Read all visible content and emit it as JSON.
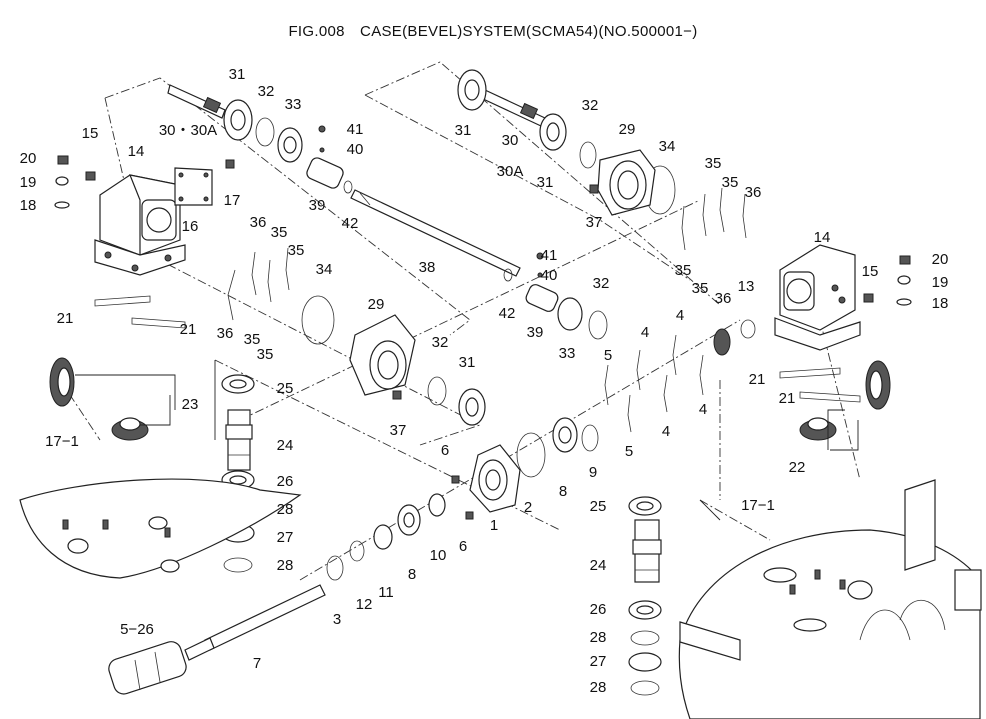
{
  "title": "FIG.008　CASE(BEVEL)SYSTEM(SCMA54)(NO.500001−)",
  "labels": [
    {
      "id": "l31a",
      "text": "31"
    },
    {
      "id": "l32a",
      "text": "32"
    },
    {
      "id": "l33a",
      "text": "33"
    },
    {
      "id": "l30a",
      "text": "30・30A"
    },
    {
      "id": "l41a",
      "text": "41"
    },
    {
      "id": "l40a",
      "text": "40"
    },
    {
      "id": "l39a",
      "text": "39"
    },
    {
      "id": "l42a",
      "text": "42"
    },
    {
      "id": "l15a",
      "text": "15"
    },
    {
      "id": "l14a",
      "text": "14"
    },
    {
      "id": "l20a",
      "text": "20"
    },
    {
      "id": "l19a",
      "text": "19"
    },
    {
      "id": "l18a",
      "text": "18"
    },
    {
      "id": "l16a",
      "text": "16"
    },
    {
      "id": "l17a",
      "text": "17"
    },
    {
      "id": "l36a",
      "text": "36"
    },
    {
      "id": "l35a",
      "text": "35"
    },
    {
      "id": "l35b",
      "text": "35"
    },
    {
      "id": "l34a",
      "text": "34"
    },
    {
      "id": "l21a",
      "text": "21"
    },
    {
      "id": "l21b",
      "text": "21"
    },
    {
      "id": "l36b",
      "text": "36"
    },
    {
      "id": "l35c",
      "text": "35"
    },
    {
      "id": "l35d",
      "text": "35"
    },
    {
      "id": "l38",
      "text": "38"
    },
    {
      "id": "l29a",
      "text": "29"
    },
    {
      "id": "l32b",
      "text": "32"
    },
    {
      "id": "l31b",
      "text": "31"
    },
    {
      "id": "l37a",
      "text": "37"
    },
    {
      "id": "l25a",
      "text": "25"
    },
    {
      "id": "l23",
      "text": "23"
    },
    {
      "id": "l24a",
      "text": "24"
    },
    {
      "id": "l17_1a",
      "text": "17−1"
    },
    {
      "id": "l26a",
      "text": "26"
    },
    {
      "id": "l28a",
      "text": "28"
    },
    {
      "id": "l27a",
      "text": "27"
    },
    {
      "id": "l28b",
      "text": "28"
    },
    {
      "id": "l31c",
      "text": "31"
    },
    {
      "id": "l30b",
      "text": "30"
    },
    {
      "id": "l30c",
      "text": "30A"
    },
    {
      "id": "l31d",
      "text": "31"
    },
    {
      "id": "l32c",
      "text": "32"
    },
    {
      "id": "l29b",
      "text": "29"
    },
    {
      "id": "l34b",
      "text": "34"
    },
    {
      "id": "l37b",
      "text": "37"
    },
    {
      "id": "l35e",
      "text": "35"
    },
    {
      "id": "l35f",
      "text": "35"
    },
    {
      "id": "l36c",
      "text": "36"
    },
    {
      "id": "l35g",
      "text": "35"
    },
    {
      "id": "l35h",
      "text": "35"
    },
    {
      "id": "l36d",
      "text": "36"
    },
    {
      "id": "l14b",
      "text": "14"
    },
    {
      "id": "l20b",
      "text": "20"
    },
    {
      "id": "l19b",
      "text": "19"
    },
    {
      "id": "l15b",
      "text": "15"
    },
    {
      "id": "l18b",
      "text": "18"
    },
    {
      "id": "l13",
      "text": "13"
    },
    {
      "id": "l41b",
      "text": "41"
    },
    {
      "id": "l40b",
      "text": "40"
    },
    {
      "id": "l42b",
      "text": "42"
    },
    {
      "id": "l39b",
      "text": "39"
    },
    {
      "id": "l33b",
      "text": "33"
    },
    {
      "id": "l32d",
      "text": "32"
    },
    {
      "id": "l4a",
      "text": "4"
    },
    {
      "id": "l4b",
      "text": "4"
    },
    {
      "id": "l4c",
      "text": "4"
    },
    {
      "id": "l4d",
      "text": "4"
    },
    {
      "id": "l5a",
      "text": "5"
    },
    {
      "id": "l5b",
      "text": "5"
    },
    {
      "id": "l21c",
      "text": "21"
    },
    {
      "id": "l21d",
      "text": "21"
    },
    {
      "id": "l22",
      "text": "22"
    },
    {
      "id": "l9",
      "text": "9"
    },
    {
      "id": "l8a",
      "text": "8"
    },
    {
      "id": "l2",
      "text": "2"
    },
    {
      "id": "l1",
      "text": "1"
    },
    {
      "id": "l6a",
      "text": "6"
    },
    {
      "id": "l6b",
      "text": "6"
    },
    {
      "id": "l10",
      "text": "10"
    },
    {
      "id": "l8b",
      "text": "8"
    },
    {
      "id": "l11",
      "text": "11"
    },
    {
      "id": "l12",
      "text": "12"
    },
    {
      "id": "l3",
      "text": "3"
    },
    {
      "id": "l7",
      "text": "7"
    },
    {
      "id": "l5_26",
      "text": "5−26"
    },
    {
      "id": "l25b",
      "text": "25"
    },
    {
      "id": "l17_1b",
      "text": "17−1"
    },
    {
      "id": "l24b",
      "text": "24"
    },
    {
      "id": "l26b",
      "text": "26"
    },
    {
      "id": "l28c",
      "text": "28"
    },
    {
      "id": "l27b",
      "text": "27"
    },
    {
      "id": "l28d",
      "text": "28"
    }
  ]
}
